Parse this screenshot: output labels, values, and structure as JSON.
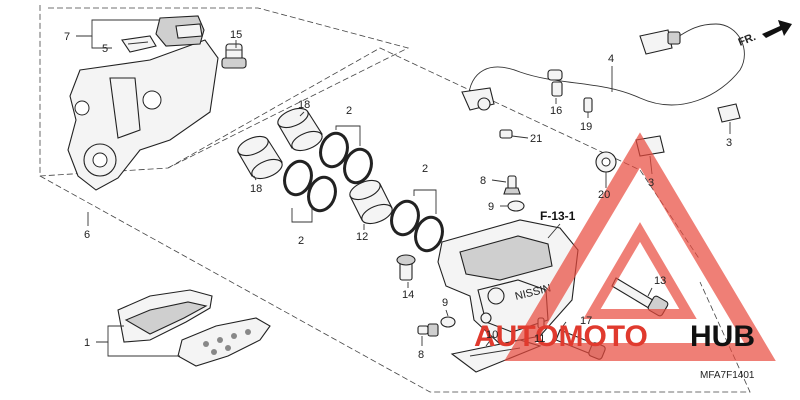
{
  "diagram": {
    "callouts": [
      {
        "id": "c7",
        "text": "7"
      },
      {
        "id": "c5",
        "text": "5"
      },
      {
        "id": "c15",
        "text": "15"
      },
      {
        "id": "c6",
        "text": "6"
      },
      {
        "id": "c18a",
        "text": "18"
      },
      {
        "id": "c18b",
        "text": "18"
      },
      {
        "id": "c2a",
        "text": "2"
      },
      {
        "id": "c2b",
        "text": "2"
      },
      {
        "id": "c2c",
        "text": "2"
      },
      {
        "id": "c12",
        "text": "12"
      },
      {
        "id": "c14",
        "text": "14"
      },
      {
        "id": "c8a",
        "text": "8"
      },
      {
        "id": "c9a",
        "text": "9"
      },
      {
        "id": "c9b",
        "text": "9"
      },
      {
        "id": "c8b",
        "text": "8"
      },
      {
        "id": "c10",
        "text": "10"
      },
      {
        "id": "c11",
        "text": "11"
      },
      {
        "id": "c17",
        "text": "17"
      },
      {
        "id": "c13",
        "text": "13"
      },
      {
        "id": "c4",
        "text": "4"
      },
      {
        "id": "c16",
        "text": "16"
      },
      {
        "id": "c19",
        "text": "19"
      },
      {
        "id": "c21",
        "text": "21"
      },
      {
        "id": "c3a",
        "text": "3"
      },
      {
        "id": "c3b",
        "text": "3"
      },
      {
        "id": "c20",
        "text": "20"
      },
      {
        "id": "c1",
        "text": "1"
      }
    ],
    "reference": "F-13-1",
    "front_label": "FR.",
    "caliper_brand": "NISSIN",
    "diagram_code": "MFA7F1401"
  },
  "watermark": {
    "left": "AUTOMOTO",
    "right": "HUB",
    "color_left": "#e03a2e",
    "color_right": "#111111",
    "triangle_color": "#e8483c"
  }
}
